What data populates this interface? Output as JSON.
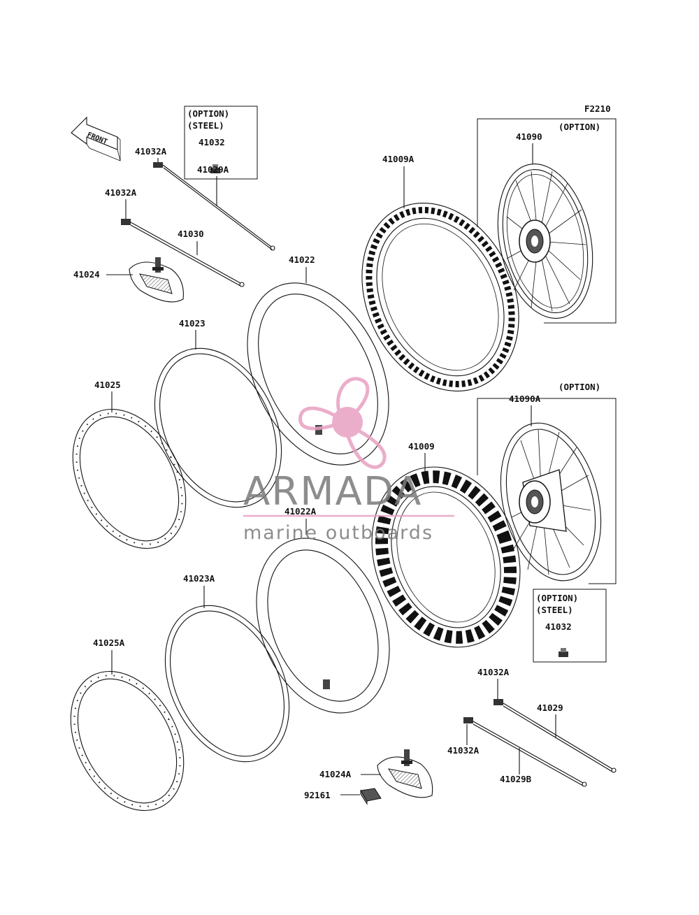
{
  "figure_code": "F2210",
  "front_label": "FRONT",
  "watermark": {
    "brand": "ARMADA",
    "tagline": "marine outboards",
    "color_pink": "#e8a1c1",
    "color_gray": "#7a7a7a"
  },
  "option_boxes": {
    "top_left": {
      "line1": "(OPTION)",
      "line2": "(STEEL)",
      "part": "41032"
    },
    "top_right": {
      "line1": "(OPTION)",
      "part": "41090"
    },
    "mid_right": {
      "line1": "(OPTION)",
      "part": "41090A"
    },
    "bottom_right": {
      "line1": "(OPTION)",
      "line2": "(STEEL)",
      "part": "41032"
    }
  },
  "labels": {
    "p41032A_1": "41032A",
    "p41032A_2": "41032A",
    "p41029A": "41029A",
    "p41030": "41030",
    "p41024": "41024",
    "p41022": "41022",
    "p41009A": "41009A",
    "p41023": "41023",
    "p41025": "41025",
    "p41009": "41009",
    "p41022A": "41022A",
    "p41023A": "41023A",
    "p41025A": "41025A",
    "p41032A_3": "41032A",
    "p41029": "41029",
    "p41032A_4": "41032A",
    "p41029B": "41029B",
    "p41024A": "41024A",
    "p92161": "92161"
  }
}
